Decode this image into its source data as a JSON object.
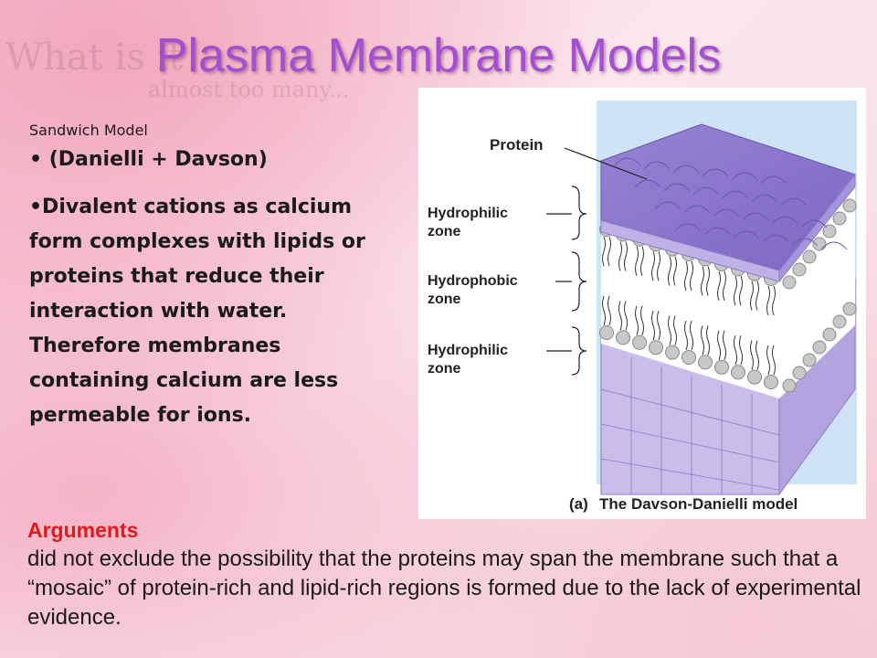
{
  "slide": {
    "title": "Plasma Membrane Models",
    "background_text": [
      "What is it",
      "almost too many..."
    ]
  },
  "left": {
    "model_label": "Sandwich Model",
    "bullet_1": "• (Danielli + Davson)",
    "bullet_2": "•Divalent cations as calcium form complexes with lipids or proteins that reduce their interaction with water. Therefore membranes containing calcium are less permeable for ions."
  },
  "figure": {
    "labels": {
      "protein": "Protein",
      "hydrophilic_top": [
        "Hydrophilic",
        "zone"
      ],
      "hydrophobic": [
        "Hydrophobic",
        "zone"
      ],
      "hydrophilic_bottom": [
        "Hydrophilic",
        "zone"
      ]
    },
    "caption_prefix": "(a)",
    "caption": "The Davson-Danielli model",
    "colors": {
      "protein": "#9a86d6",
      "protein_dark": "#7f68c4",
      "protein_light": "#c9bdea",
      "backdrop": "#cfe3f7",
      "lipid_head": "#c8c8c8"
    }
  },
  "arguments": {
    "heading": "Arguments",
    "body": "did not exclude the possibility that the proteins may span the membrane such that a “mosaic” of protein-rich and lipid-rich regions is formed due to the lack of experimental evidence."
  },
  "colors": {
    "title": "#a64ed1",
    "arguments_heading": "#e0191b",
    "text": "#1a1a1a"
  }
}
